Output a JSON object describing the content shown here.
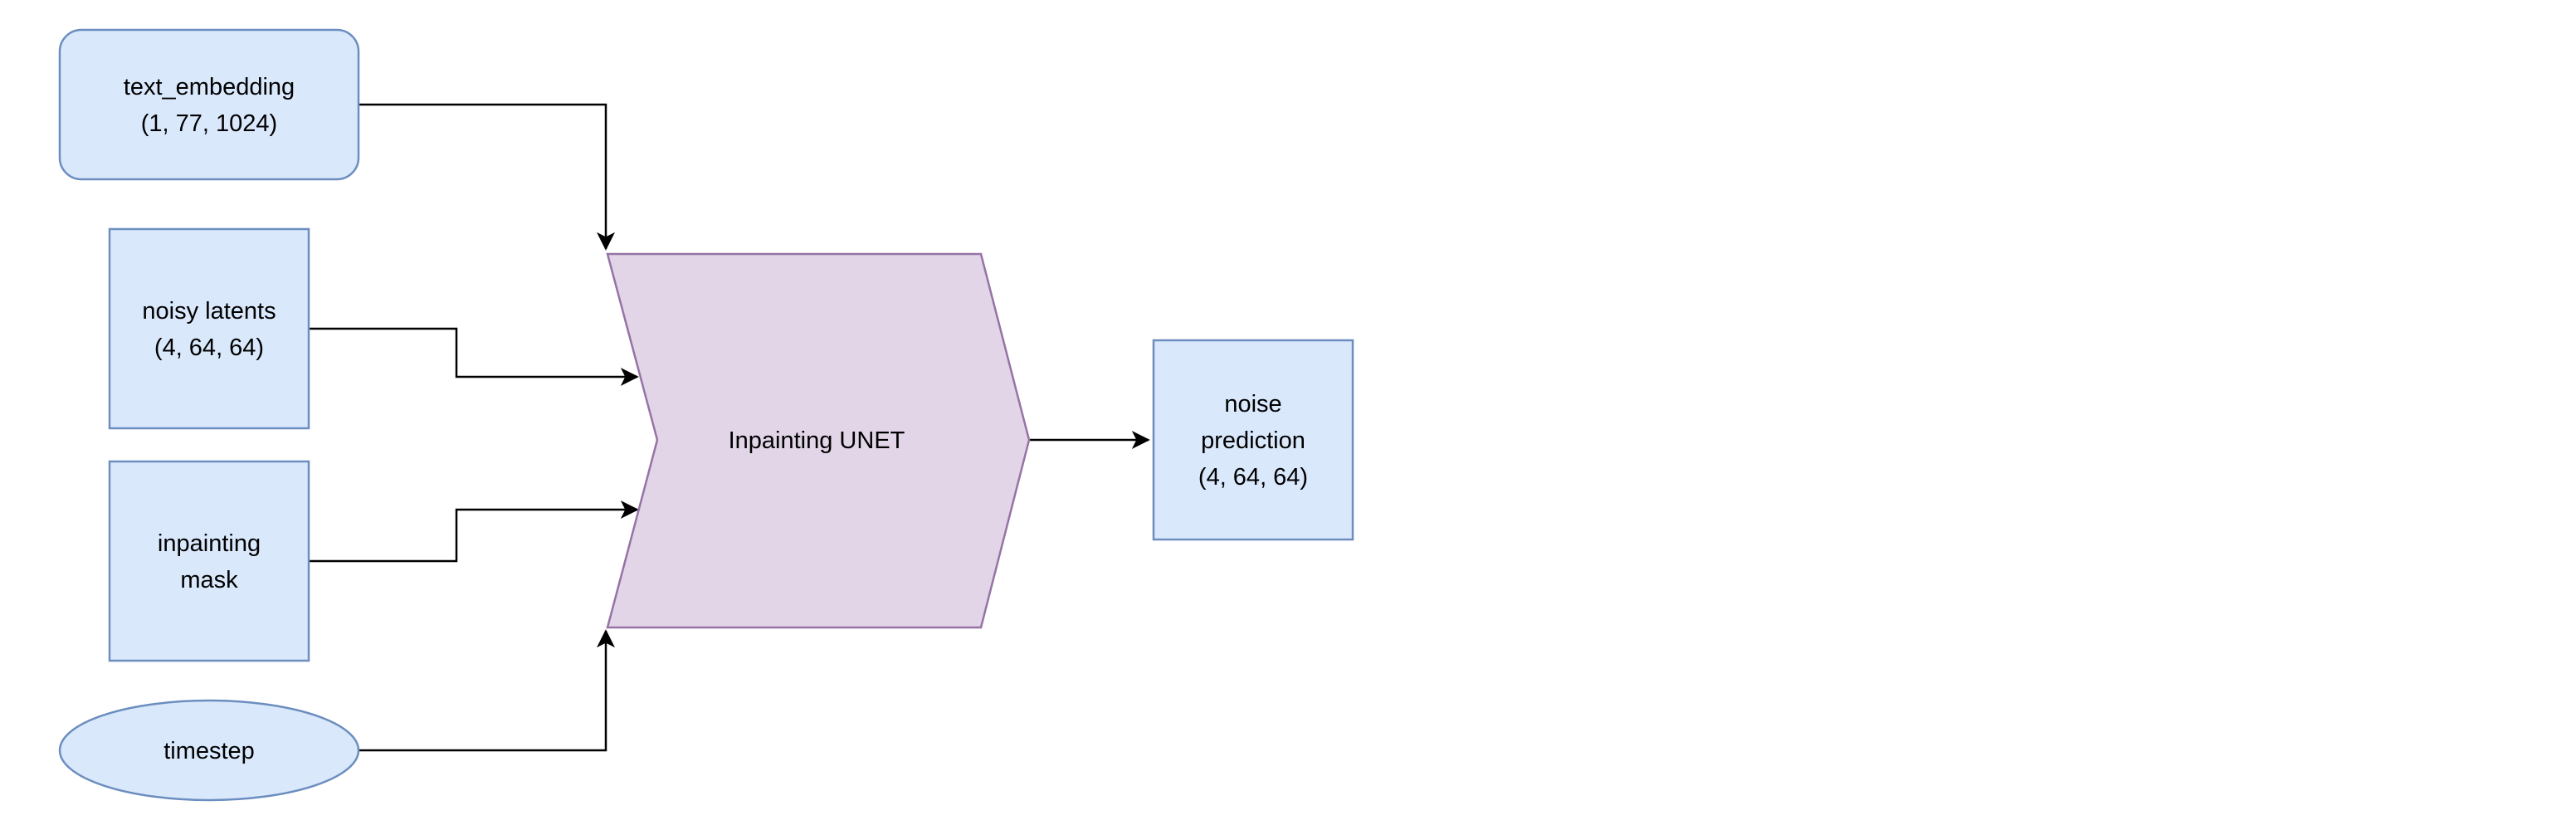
{
  "colors": {
    "input_fill": "#dae8fc",
    "input_stroke": "#6c8ebf",
    "unet_fill": "#e1d5e7",
    "unet_stroke": "#9673a6",
    "edge": "#000000"
  },
  "nodes": {
    "text_embedding": {
      "line1": "text_embedding",
      "line2": "(1, 77, 1024)"
    },
    "noisy_latents": {
      "line1": "noisy latents",
      "line2": "(4, 64, 64)"
    },
    "inpainting_mask": {
      "line1": "inpainting",
      "line2": "mask"
    },
    "timestep": {
      "line1": "timestep"
    },
    "unet": {
      "line1": "Inpainting UNET"
    },
    "noise_prediction": {
      "line1": "noise",
      "line2": "prediction",
      "line3": "(4, 64, 64)"
    }
  },
  "edges": [
    {
      "from": "text_embedding",
      "to": "unet"
    },
    {
      "from": "noisy_latents",
      "to": "unet"
    },
    {
      "from": "inpainting_mask",
      "to": "unet"
    },
    {
      "from": "timestep",
      "to": "unet"
    },
    {
      "from": "unet",
      "to": "noise_prediction"
    }
  ]
}
